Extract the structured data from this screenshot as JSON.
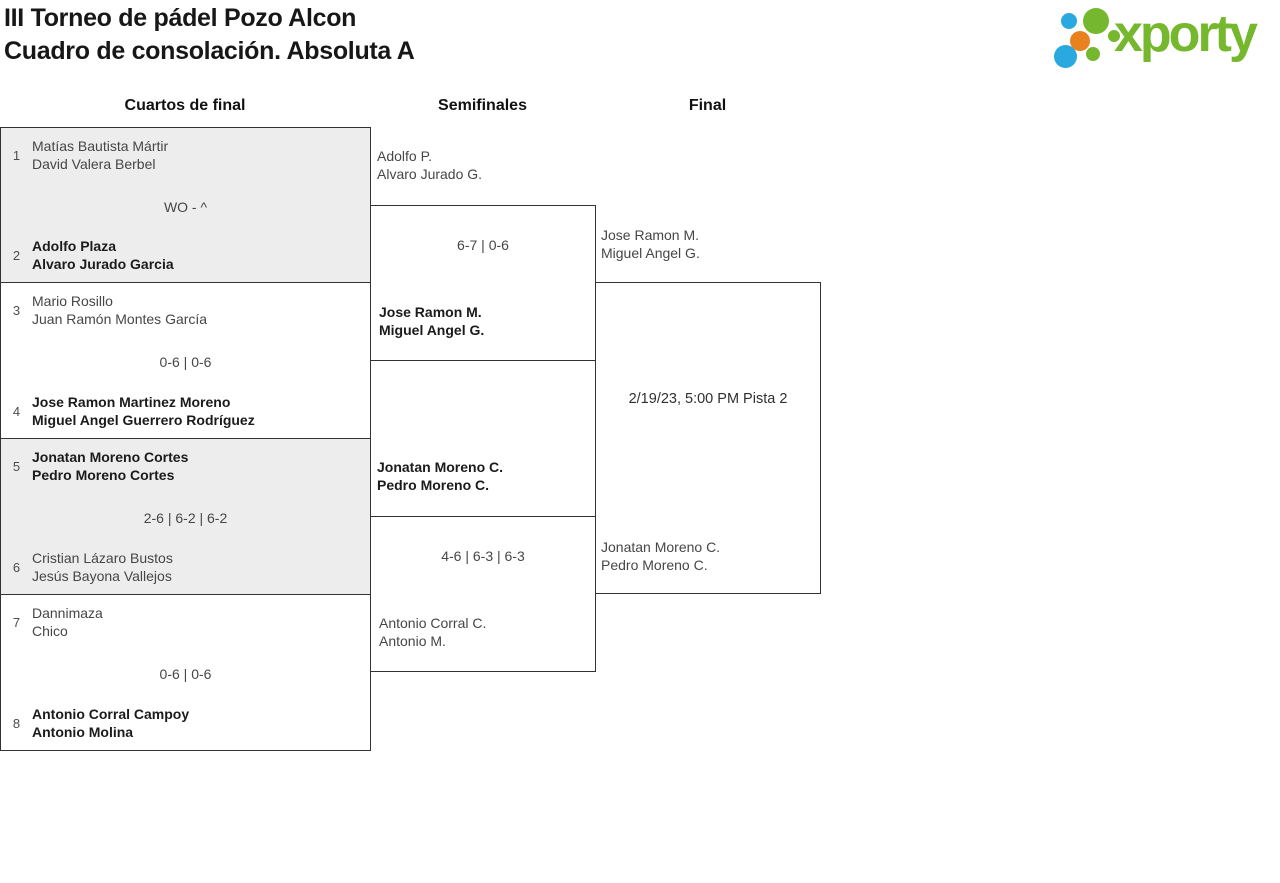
{
  "header": {
    "title_line1": "III Torneo de pádel Pozo Alcon",
    "title_line2": "Cuadro de consolación. Absoluta A"
  },
  "logo": {
    "text": "xporty",
    "colors": {
      "green": "#76b82d",
      "blue": "#29a9e0",
      "orange": "#e8821e"
    }
  },
  "round_headers": {
    "quarterfinals": "Cuartos de final",
    "semifinals": "Semifinales",
    "final": "Final"
  },
  "quarterfinals": [
    {
      "seed_top": "1",
      "top_line1": "Matías Bautista Mártir",
      "top_line2": "David Valera Berbel",
      "score": "WO - ^",
      "seed_bottom": "2",
      "bottom_line1": "Adolfo Plaza",
      "bottom_line2": "Alvaro Jurado Garcia"
    },
    {
      "seed_top": "3",
      "top_line1": "Mario Rosillo",
      "top_line2": "Juan Ramón Montes García",
      "score": "0-6 | 0-6",
      "seed_bottom": "4",
      "bottom_line1": "Jose Ramon Martinez Moreno",
      "bottom_line2": "Miguel Angel Guerrero Rodríguez"
    },
    {
      "seed_top": "5",
      "top_line1": "Jonatan Moreno Cortes",
      "top_line2": "Pedro Moreno Cortes",
      "score": "2-6 | 6-2 | 6-2",
      "seed_bottom": "6",
      "bottom_line1": "Cristian Lázaro Bustos",
      "bottom_line2": "Jesús Bayona Vallejos"
    },
    {
      "seed_top": "7",
      "top_line1": "Dannimaza",
      "top_line2": "Chico",
      "score": "0-6 | 0-6",
      "seed_bottom": "8",
      "bottom_line1": "Antonio Corral Campoy",
      "bottom_line2": "Antonio Molina"
    }
  ],
  "semifinals": [
    {
      "top_line1": "Adolfo P.",
      "top_line2": "Alvaro Jurado G.",
      "score": "6-7 | 0-6",
      "bottom_line1": "Jose Ramon M.",
      "bottom_line2": "Miguel Angel G."
    },
    {
      "top_line1": "Jonatan Moreno C.",
      "top_line2": "Pedro Moreno C.",
      "score": "4-6 | 6-3 | 6-3",
      "bottom_line1": "Antonio Corral C.",
      "bottom_line2": "Antonio M."
    }
  ],
  "final": {
    "top_line1": "Jose Ramon M.",
    "top_line2": "Miguel Angel G.",
    "schedule": "2/19/23, 5:00 PM Pista 2",
    "bottom_line1": "Jonatan Moreno C.",
    "bottom_line2": "Pedro Moreno C."
  }
}
